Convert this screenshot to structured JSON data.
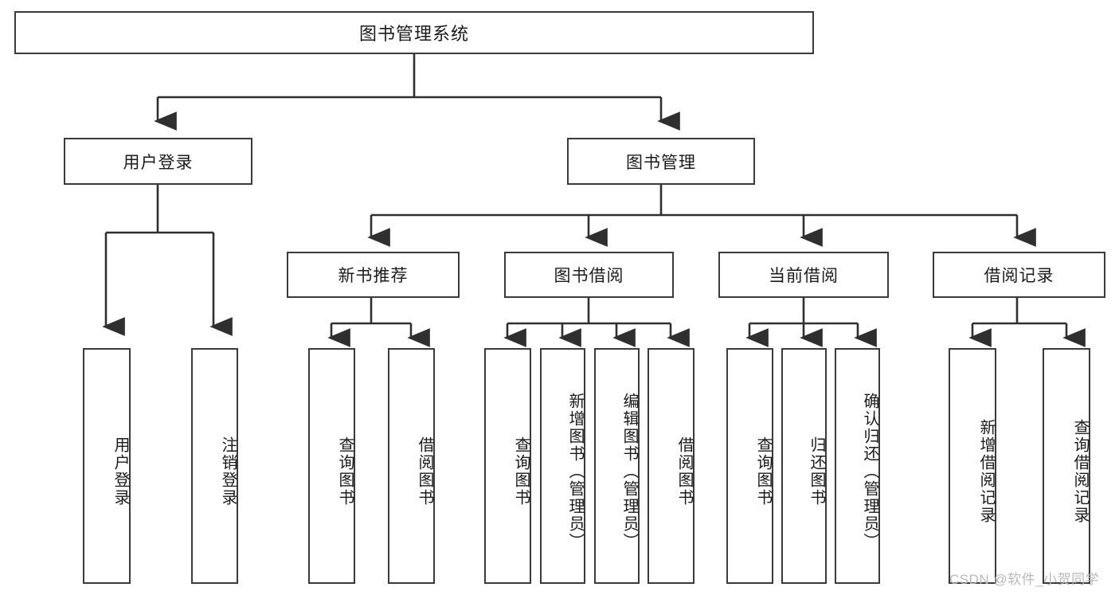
{
  "diagram": {
    "type": "tree-hierarchy",
    "title": "图书管理系统",
    "watermark": "CSDN @软件_小贺同学",
    "colors": {
      "node_border": "#3a3a3a",
      "node_fill": "#ffffff",
      "edge": "#2f2f2f",
      "text": "#1b1b1b",
      "watermark": "#b9b9b9",
      "background": "#ffffff"
    },
    "levels": {
      "root": {
        "label": "图书管理系统"
      },
      "level2": [
        {
          "id": "user-login",
          "label": "用户登录"
        },
        {
          "id": "book-management",
          "label": "图书管理"
        }
      ],
      "level3": [
        {
          "id": "new-book-recommend",
          "label": "新书推荐",
          "parent": "book-management"
        },
        {
          "id": "book-borrow",
          "label": "图书借阅",
          "parent": "book-management"
        },
        {
          "id": "current-borrow",
          "label": "当前借阅",
          "parent": "book-management"
        },
        {
          "id": "borrow-record",
          "label": "借阅记录",
          "parent": "book-management"
        }
      ],
      "leaves": [
        {
          "id": "leaf-user-login",
          "label": "用户登录",
          "parent": "user-login"
        },
        {
          "id": "leaf-logout-login",
          "label": "注销登录",
          "parent": "user-login"
        },
        {
          "id": "leaf-query-book-1",
          "label": "查询图书",
          "parent": "new-book-recommend"
        },
        {
          "id": "leaf-borrow-book-1",
          "label": "借阅图书",
          "parent": "new-book-recommend"
        },
        {
          "id": "leaf-query-book-2",
          "label": "查询图书",
          "parent": "book-borrow"
        },
        {
          "id": "leaf-add-book",
          "label": "新增图书（管理员）",
          "parent": "book-borrow"
        },
        {
          "id": "leaf-edit-book",
          "label": "编辑图书（管理员）",
          "parent": "book-borrow"
        },
        {
          "id": "leaf-borrow-book-2",
          "label": "借阅图书",
          "parent": "book-borrow"
        },
        {
          "id": "leaf-query-book-3",
          "label": "查询图书",
          "parent": "current-borrow"
        },
        {
          "id": "leaf-return-book",
          "label": "归还图书",
          "parent": "current-borrow"
        },
        {
          "id": "leaf-confirm-return",
          "label": "确认归还（管理员）",
          "parent": "current-borrow"
        },
        {
          "id": "leaf-add-record",
          "label": "新增借阅记录",
          "parent": "borrow-record"
        },
        {
          "id": "leaf-query-record",
          "label": "查询借阅记录",
          "parent": "borrow-record"
        }
      ]
    }
  }
}
